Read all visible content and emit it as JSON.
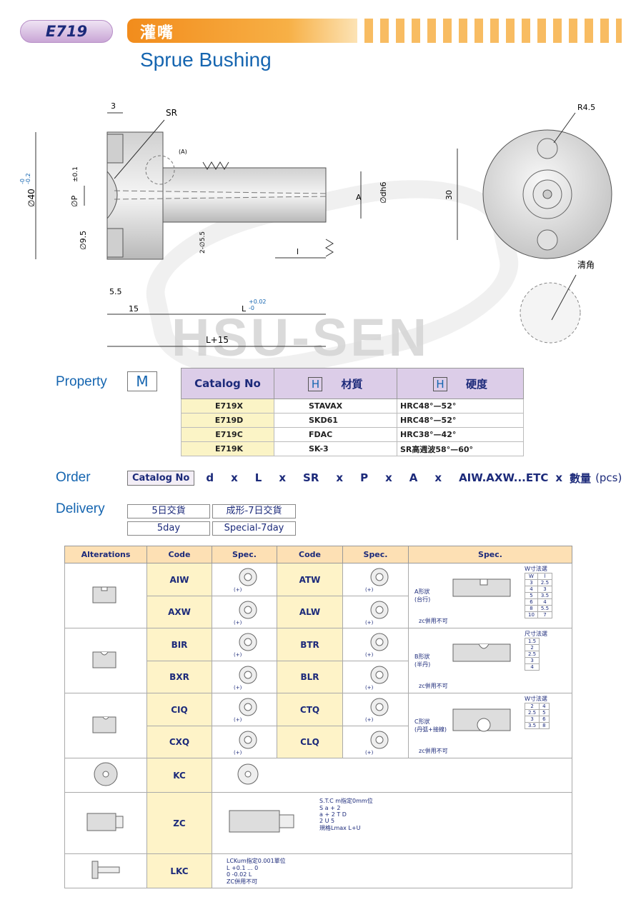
{
  "header": {
    "code": "E719",
    "title_cn": "灌嘴",
    "title_en": "Sprue Bushing"
  },
  "watermark": "HSU-SEN",
  "drawing": {
    "labels": {
      "dim3": "3",
      "sr": "SR",
      "a_mark": "(A)",
      "d40": "∅40",
      "d40_tol_upper": "-0",
      "d40_tol_lower": "-0.2",
      "p": "∅P",
      "p_tol": "±0.1",
      "d95": "∅9.5",
      "hole": "2-∅5.5",
      "a": "A",
      "dh6": "∅dh6",
      "l": "l",
      "dim55": "5.5",
      "dim15": "15",
      "L": "L",
      "L_tol_upper": "+0.02",
      "L_tol_lower": "-0",
      "L15": "L+15",
      "r45": "R4.5",
      "dim30": "30",
      "qingjiao": "清角"
    }
  },
  "property": {
    "label": "Property",
    "mark": "M",
    "headers": [
      "Catalog No",
      "材質",
      "硬度"
    ],
    "h_mark": "H",
    "rows": [
      [
        "E719X",
        "STAVAX",
        "HRC48°—52°"
      ],
      [
        "E719D",
        "SKD61",
        "HRC48°—52°"
      ],
      [
        "E719C",
        "FDAC",
        "HRC38°—42°"
      ],
      [
        "E719K",
        "SK-3",
        "SR高週波58°—60°"
      ]
    ]
  },
  "order": {
    "label": "Order",
    "catalog": "Catalog No",
    "terms": [
      "d",
      "x",
      "L",
      "x",
      "SR",
      "x",
      "P",
      "x",
      "A",
      "x",
      "AIW.AXW...ETC",
      "x",
      "數量",
      "(pcs)"
    ]
  },
  "delivery": {
    "label": "Delivery",
    "cells": [
      "5日交貨",
      "成形-7日交貨",
      "5day",
      "Special-7day"
    ]
  },
  "alterations": {
    "headers": [
      "Alterations",
      "Code",
      "Spec.",
      "Code",
      "Spec.",
      "Spec."
    ],
    "rows": [
      {
        "c1": "AIW",
        "c2": "ATW"
      },
      {
        "c1": "AXW",
        "c2": "ALW"
      },
      {
        "c1": "BIR",
        "c2": "BTR"
      },
      {
        "c1": "BXR",
        "c2": "BLR"
      },
      {
        "c1": "CIQ",
        "c2": "CTQ"
      },
      {
        "c1": "CXQ",
        "c2": "CLQ"
      },
      {
        "c1": "KC"
      },
      {
        "c1": "ZC"
      },
      {
        "c1": "LKC"
      }
    ],
    "spec_a": {
      "title": "A形狀",
      "sub": "(台行)",
      "note": "zc併用不可",
      "table_title": "W寸法選",
      "table": [
        [
          "W",
          "l"
        ],
        [
          "3",
          "2.5"
        ],
        [
          "4",
          "3"
        ],
        [
          "5",
          "3.5"
        ],
        [
          "6",
          "4"
        ],
        [
          "8",
          "5.5"
        ],
        [
          "10",
          "7"
        ]
      ]
    },
    "spec_b": {
      "title": "B形狀",
      "sub": "(半丹)",
      "note": "zc併用不可",
      "table_title": "尺寸法選",
      "table": [
        "1.5",
        "2",
        "2.5",
        "3",
        "4"
      ]
    },
    "spec_c": {
      "title": "C形狀",
      "sub": "(丹弧+接線)",
      "note": "zc併用不可",
      "table_title": "W寸法選",
      "table": [
        [
          "2",
          "4"
        ],
        [
          "2.5",
          "5"
        ],
        [
          "3",
          "6"
        ],
        [
          "3.5",
          "8"
        ]
      ]
    },
    "zc_note": [
      "S.T.C   m指定0mm位",
      "S a + 2",
      "a + 2 T D",
      "2 U 5",
      "規格Lmax L+U"
    ],
    "lkc_note": [
      "LCKum指定0.001單位",
      "L +0.1 ... 0",
      "0 -0.02 L",
      "ZC併用不可"
    ],
    "sign": "(+)"
  }
}
